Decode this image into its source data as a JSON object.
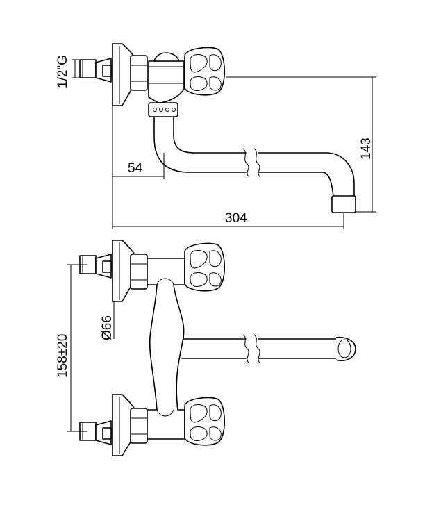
{
  "dimensions": {
    "thread": "1/2\"G",
    "height": "143",
    "offset": "54",
    "spout_length": "304",
    "flange_diameter": "Ø66",
    "center_distance": "158±20"
  }
}
